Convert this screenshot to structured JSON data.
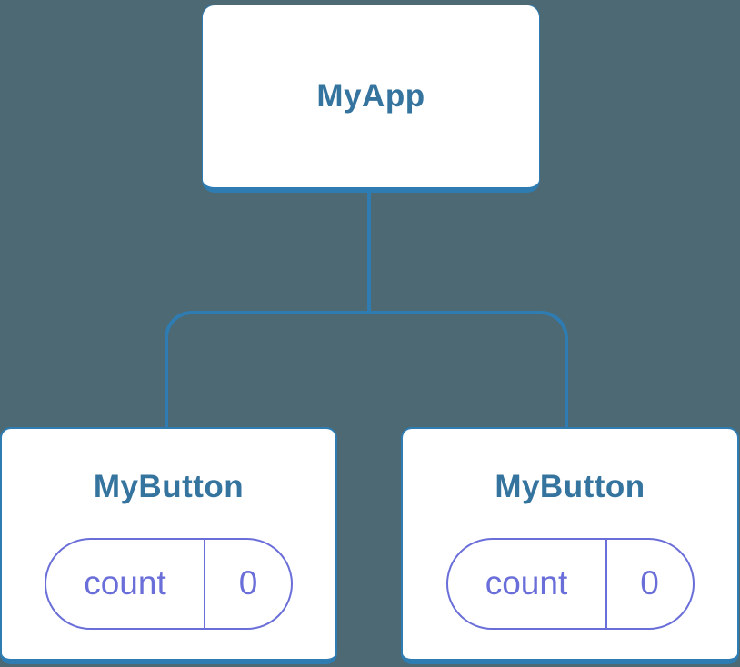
{
  "diagram": {
    "title": "component-tree",
    "colors": {
      "background": "#4d6973",
      "line_blue": "#2e7cb2",
      "label_blue": "#35749e",
      "state_purple": "#6a6ed8",
      "card_white": "#ffffff"
    },
    "root": {
      "label": "MyApp"
    },
    "children": [
      {
        "label": "MyButton",
        "state": {
          "key": "count",
          "value": "0"
        }
      },
      {
        "label": "MyButton",
        "state": {
          "key": "count",
          "value": "0"
        }
      }
    ]
  }
}
